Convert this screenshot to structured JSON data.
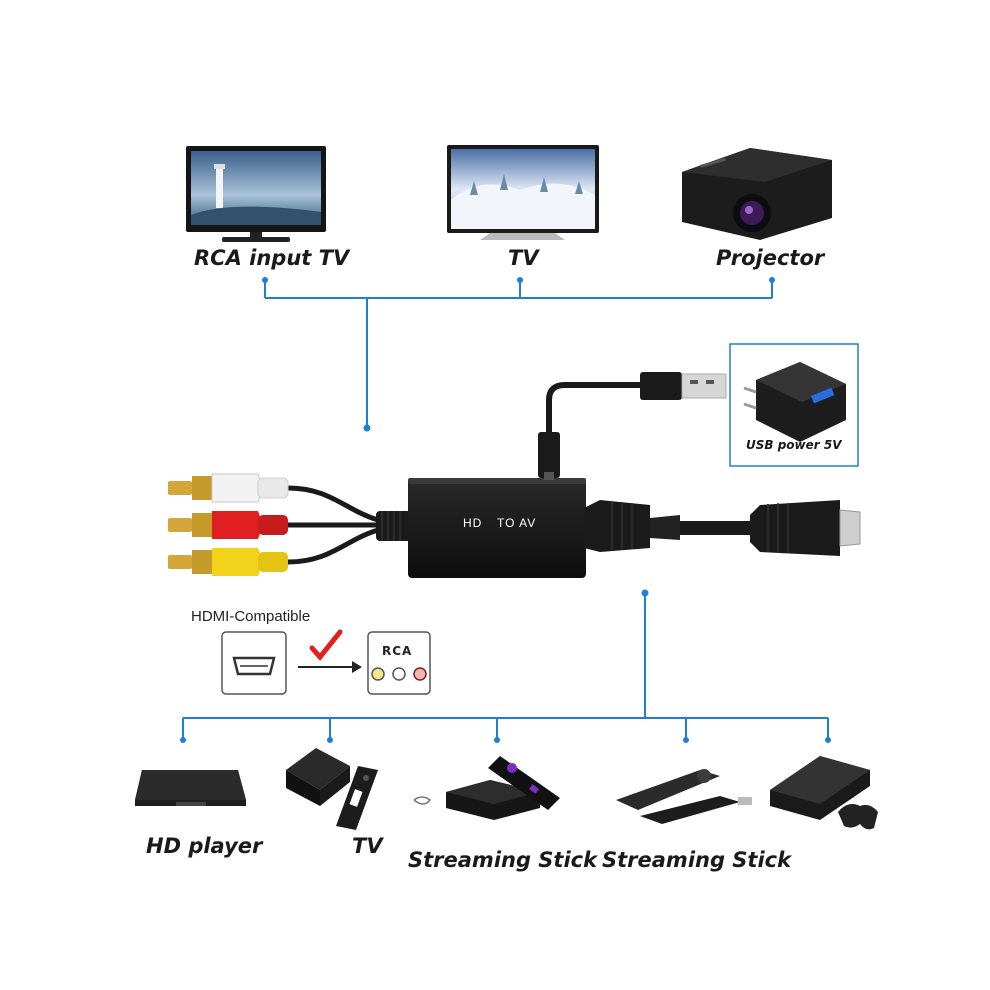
{
  "top_devices": [
    {
      "label": "RCA input TV",
      "icon": "crt-tv-icon"
    },
    {
      "label": "TV",
      "icon": "flat-tv-icon"
    },
    {
      "label": "Projector",
      "icon": "projector-icon"
    }
  ],
  "converter": {
    "box_label_left": "HD",
    "box_label_right": "TO AV"
  },
  "power": {
    "label": "USB power 5V",
    "icon": "usb-charger-icon"
  },
  "legend": {
    "title": "HDMI-Compatible",
    "rca_label": "RCA"
  },
  "bottom_devices": [
    {
      "label": "HD player",
      "icon": "hd-player-icon"
    },
    {
      "label": "TV",
      "icon": "tv-box-icon"
    },
    {
      "label": "Streaming Stick",
      "icon": "streaming-box-icon"
    },
    {
      "label": "Streaming Stick",
      "icon": "fire-stick-icon"
    },
    {
      "label": "",
      "icon": "game-console-icon"
    }
  ],
  "colors": {
    "connector_line": "#1f7fd6",
    "rca_white": "#f2f2f2",
    "rca_red": "#e02020",
    "rca_yellow": "#f2d21a",
    "check": "#e02020",
    "device_black": "#1b1b1b"
  }
}
